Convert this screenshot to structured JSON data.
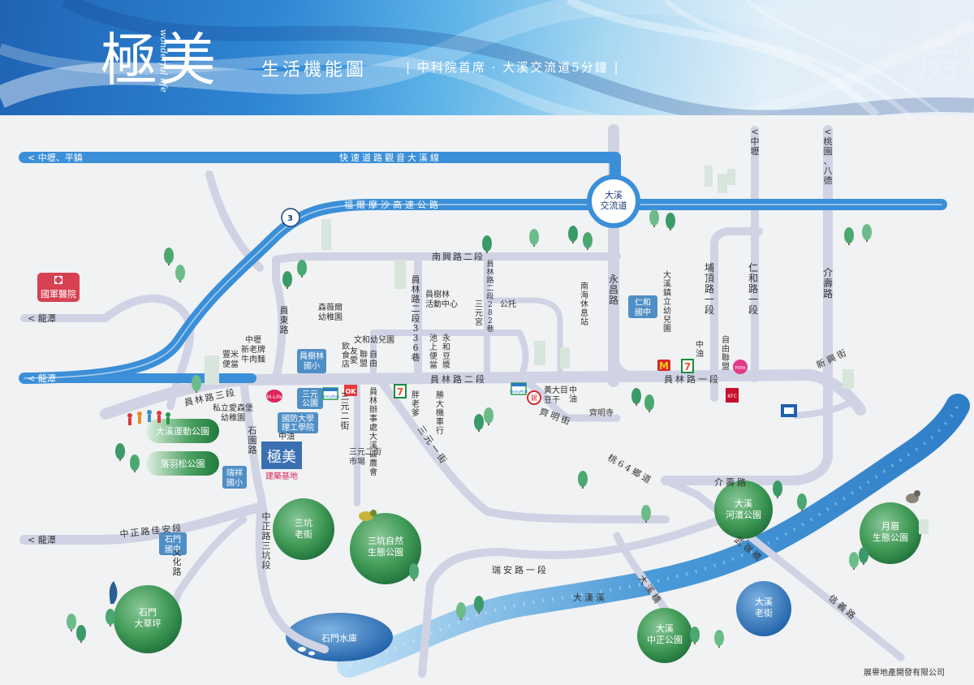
{
  "header": {
    "logo_main": "極美",
    "logo_sub": "wonderful life",
    "title": "生活機能圖",
    "tagline": "| 中科院首席 · 大溪交流道5分鐘 |",
    "watermark": "房地王"
  },
  "roads": {
    "expressway": "快速道路觀音大溪線",
    "formosa_freeway": "福爾摩沙高速公路",
    "freeway_no": "3",
    "to_zhongli_pingzhen": "< 中壢、平鎮",
    "to_longtan_1": "< 龍潭",
    "to_longtan_2": "< 龍潭",
    "to_longtan_3": "< 龍潭",
    "to_zhongli": "<中壢",
    "to_taoyuan_bade": "<桃園、八德",
    "nanxing_rd": "南興路二段",
    "yuanlin_rd3": "員林路三段",
    "yuanlin_rd2": "員林路二段",
    "yuanlin_rd1": "員林路一段",
    "yuandong_rd": "員東路",
    "shiyuan_rd": "石園路",
    "zhongzheng_jiaan": "中正路佳安段",
    "zhongzheng_sankeng": "中正路三坑段",
    "wenhua_rd": "文化路",
    "sanyuan_st": "三元二街",
    "sanyuan_1st": "三元一街",
    "yuanlin_lane336": "員林路二段336巷",
    "yuanlin_lane282": "員林路二段282巷",
    "yongchang_rd": "永昌路",
    "puding_rd": "埔頂路一段",
    "renhe_rd": "仁和路一段",
    "jieshi_rd_a": "介壽路",
    "jieshi_rd_b": "介壽路",
    "xinxing_st": "新興街",
    "qiming_st": "齊明街",
    "tao64": "桃64鄉道",
    "ruian_rd": "瑞安路一段",
    "wuling_bridge": "武嶺橋",
    "xinyi_rd": "信義路",
    "daxi_bridge": "大溪橋",
    "daxi_river": "大漢溪"
  },
  "interchange": "大溪\n交流道",
  "site": {
    "name": "極美",
    "label": "建築基地"
  },
  "schools": {
    "yuanshulin": "員樹林\n國小",
    "sanyuan_park": "三元\n公園",
    "ndu": "國防大學\n理工學院",
    "ruixiang": "瑞祥\n國小",
    "shimen": "石門\n國中",
    "renhe": "仁和\n國中"
  },
  "parks": {
    "sports": "大溪運動公園",
    "luoyusong": "落羽松公園",
    "sankeng_old": "三坑\n老街",
    "sankeng_nature": "三坑自然\n生態公園",
    "shimen_grass": "石門\n大草坪",
    "reservoir": "石門水庫",
    "riverside": "大溪\n河濱公園",
    "crescent": "月眉\n生態公園",
    "daxi_old": "大溪\n老街",
    "zhongzheng_park": "大溪\n中正公園"
  },
  "hospital": "國軍醫院",
  "pois": {
    "senwei": "森薇爾\n幼稚園",
    "wenhe": "文和幼兒園",
    "beef_noodle": "中壢\n新老牌\n牛肉麵",
    "fengmi": "豐米\n便當",
    "aisenbao": "私立愛森堡\n幼稚園",
    "cpc1": "中油",
    "drink": "飲\n食\n店",
    "youai": "友\n愛",
    "lianmeng": "聯\n盟",
    "ziyou": "自\n由",
    "community": "員樹林\n活動中心",
    "sanyuan_temple": "三元宮",
    "gongtuo": "公托",
    "chishang": "池\n上\n便\n當",
    "yonghe": "永\n和\n豆\n漿",
    "farmers": "員林辦事處\n大溪區農會",
    "panglao": "胖\n老\n爹",
    "shengda": "勝\n大\n機\n車\n行",
    "sanyuan_market": "三元二街\n市場",
    "huangdamu": "黃大目\n豆干",
    "cpc2": "中\n油",
    "qiming_temple": "齊明寺",
    "nanhai": "南\n海\n休\n息\n站",
    "kindergarten": "大溪鎮立\n幼兒園",
    "cpc3": "中\n油",
    "ziyou2": "自\n由\n聯\n盟"
  },
  "brands": {
    "mcd": "M",
    "seven": "7",
    "ok": "OK",
    "hilife": "Hi-Life",
    "kfc": "KFC",
    "poya": "POYA",
    "familymart": "FamilyMart",
    "bank": "銀"
  },
  "footer": "展譽地產開發有限公司",
  "colors": {
    "freeway_blue": "#3b8fd8",
    "local_road": "#cfd3e4",
    "park_green": "#3a8f4e",
    "river": "#4a9ad8",
    "school_blue": "#4f8fc6"
  },
  "icons": [
    "freeway-shield-icon",
    "hospital-cross-icon",
    "tree-icon",
    "bird-icon",
    "runners-icon",
    "ducks-icon"
  ]
}
